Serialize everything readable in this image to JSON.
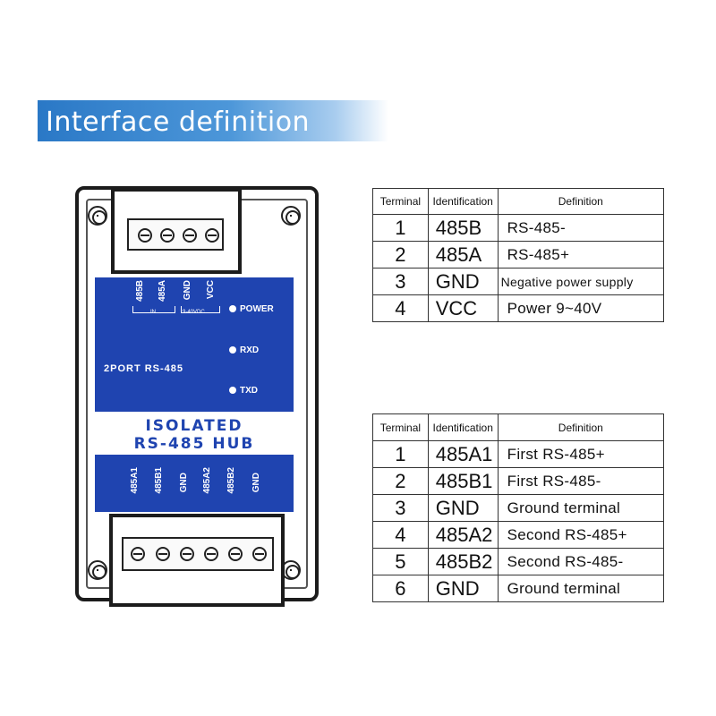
{
  "banner": {
    "title": "Interface definition"
  },
  "device": {
    "top_labels": [
      "485B",
      "485A",
      "GND",
      "VCC"
    ],
    "in_label": "IN",
    "vcc_range": "9-40VDC",
    "leds": [
      "POWER",
      "RXD",
      "TXD"
    ],
    "port_label": "2PORT RS-485",
    "title_line1": "ISOLATED",
    "title_line2": "RS-485 HUB",
    "bottom_labels": [
      "485A1",
      "485B1",
      "GND",
      "485A2",
      "485B2",
      "GND"
    ]
  },
  "table1": {
    "headers": [
      "Terminal",
      "Identification",
      "Definition"
    ],
    "rows": [
      {
        "terminal": "1",
        "ident": "485B",
        "definition": "RS-485-"
      },
      {
        "terminal": "2",
        "ident": "485A",
        "definition": "RS-485+"
      },
      {
        "terminal": "3",
        "ident": "GND",
        "definition": "Negative power supply"
      },
      {
        "terminal": "4",
        "ident": "VCC",
        "definition": "Power 9~40V"
      }
    ]
  },
  "table2": {
    "headers": [
      "Terminal",
      "Identification",
      "Definition"
    ],
    "rows": [
      {
        "terminal": "1",
        "ident": "485A1",
        "definition": "First RS-485+"
      },
      {
        "terminal": "2",
        "ident": "485B1",
        "definition": "First RS-485-"
      },
      {
        "terminal": "3",
        "ident": "GND",
        "definition": "Ground terminal"
      },
      {
        "terminal": "4",
        "ident": "485A2",
        "definition": "Second RS-485+"
      },
      {
        "terminal": "5",
        "ident": "485B2",
        "definition": "Second RS-485-"
      },
      {
        "terminal": "6",
        "ident": "GND",
        "definition": "Ground terminal"
      }
    ]
  }
}
